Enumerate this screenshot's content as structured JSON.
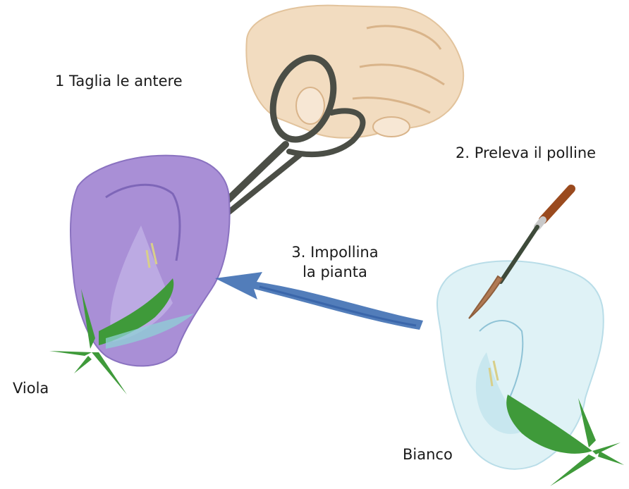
{
  "labels": {
    "step1": "1 Taglia le antere",
    "step2": "2. Preleva il polline",
    "step3_line1": "3. Impollina",
    "step3_line2": "la pianta",
    "purple_flower": "Viola",
    "white_flower": "Bianco"
  },
  "colors": {
    "purple_petal": "#a98fd6",
    "purple_petal_dark": "#7e66b8",
    "white_petal": "#dff2f6",
    "white_petal_edge": "#b9dde8",
    "leaf_green": "#3f9a3a",
    "arrow_blue": "#3f6fb3",
    "skin": "#f2dcc0",
    "scissors": "#4b4e46",
    "brush_handle": "#9a4a1e"
  }
}
